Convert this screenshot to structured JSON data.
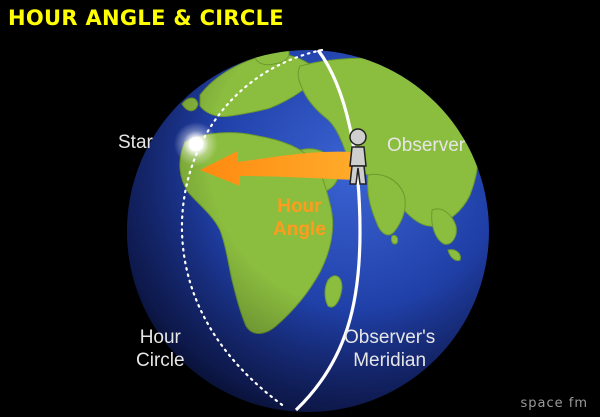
{
  "title": "HOUR ANGLE & CIRCLE",
  "labels": {
    "star": "Star",
    "observer": "Observer",
    "hour_angle_line1": "Hour",
    "hour_angle_line2": "Angle",
    "hour_circle_line1": "Hour",
    "hour_circle_line2": "Circle",
    "meridian_line1": "Observer's",
    "meridian_line2": "Meridian"
  },
  "watermark": "space fm",
  "colors": {
    "background": "#000000",
    "title": "#ffff00",
    "ocean": "#1f3596",
    "land": "#8bbd3f",
    "arrow": "#ff9a17",
    "meridian": "#ffffff",
    "label": "#e6e6e6"
  }
}
